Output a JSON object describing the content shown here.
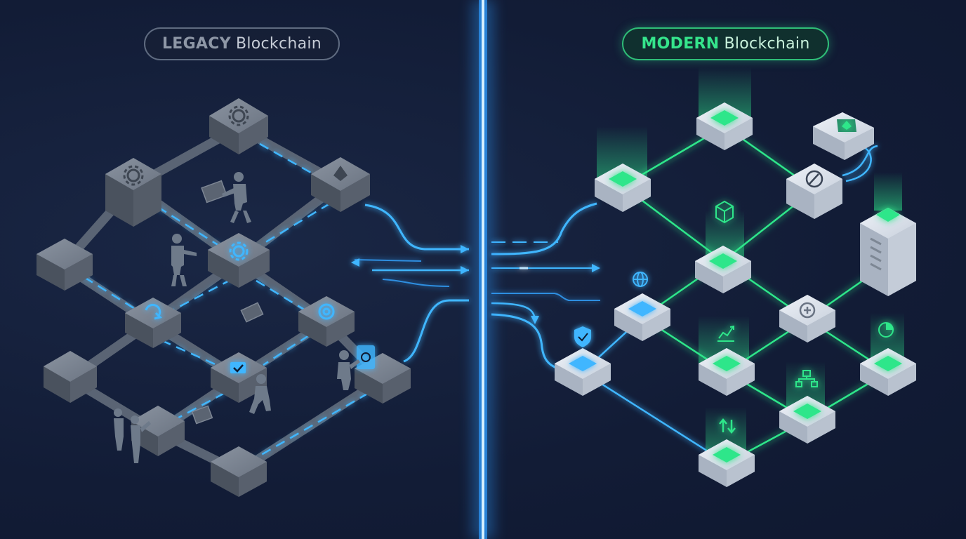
{
  "labels": {
    "legacy": {
      "lead": "LEGACY",
      "tail": "Blockchain"
    },
    "modern": {
      "lead": "MODERN",
      "tail": "Blockchain"
    }
  },
  "colors": {
    "background": "#121c36",
    "divider": "#2d9bff",
    "legacy_accent": "#3fb6ff",
    "legacy_block": "#7d8694",
    "modern_accent": "#2ee68a",
    "modern_block": "#d8dfea"
  },
  "legacy_icons": [
    "gear-icon",
    "ethereum-icon",
    "refresh-icon",
    "sync-icon",
    "checkbox-icon",
    "wrench-icon",
    "microchip-icon"
  ],
  "modern_icons": [
    "cube-icon",
    "globe-icon",
    "shield-check-icon",
    "line-chart-icon",
    "pie-chart-icon",
    "hierarchy-icon",
    "transfer-arrows-icon",
    "ethereum-icon",
    "compass-icon"
  ]
}
